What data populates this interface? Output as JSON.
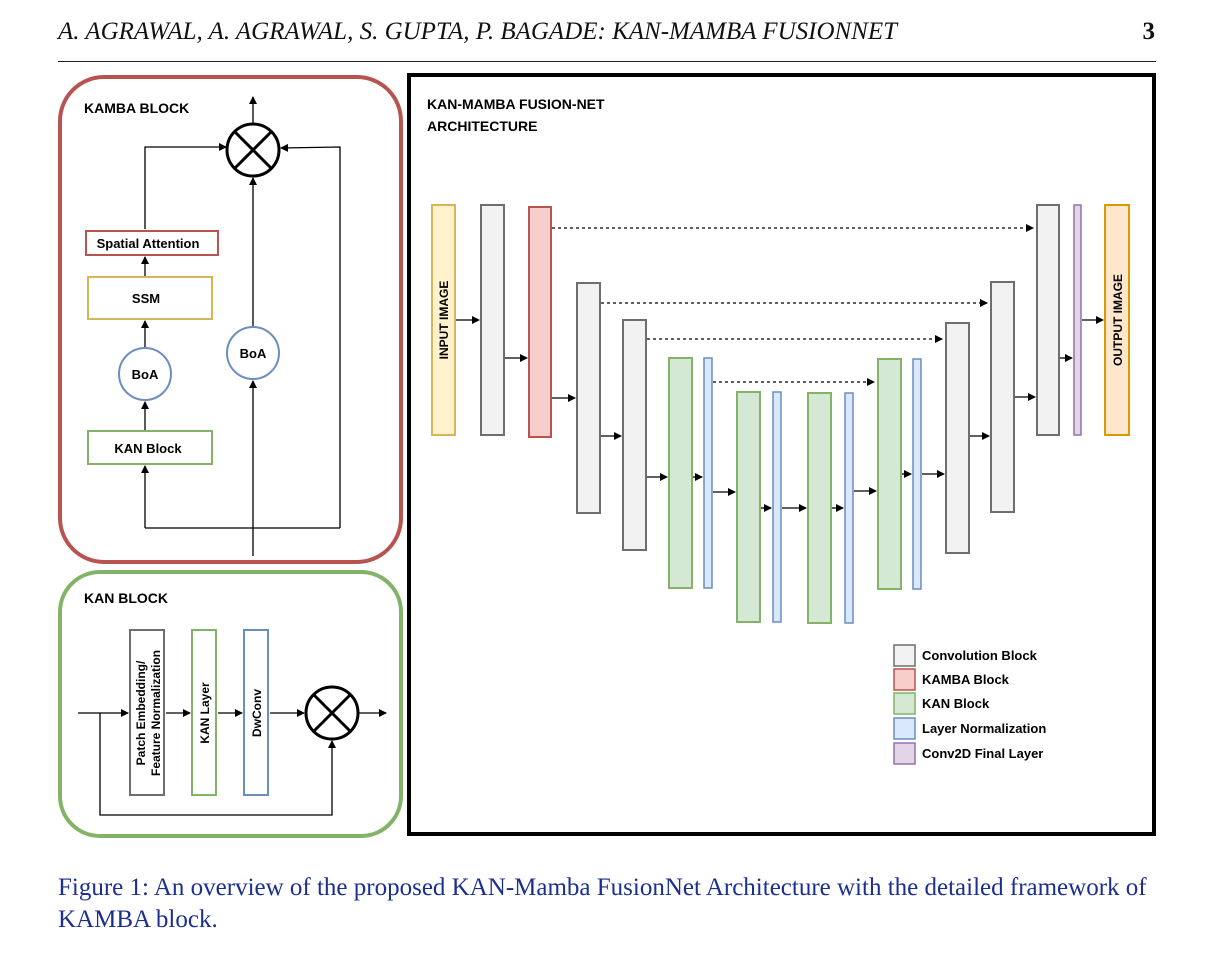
{
  "header": {
    "authors_title": "A. AGRAWAL, A. AGRAWAL, S. GUPTA, P. BAGADE: KAN-MAMBA FUSIONNET",
    "page_number": "3"
  },
  "kamba_panel": {
    "title": "KAMBA BLOCK",
    "spatial_attention": "Spatial Attention",
    "ssm": "SSM",
    "boa_left": "BoA",
    "boa_right": "BoA",
    "kan_block": "KAN Block"
  },
  "kan_panel": {
    "title": "KAN BLOCK",
    "patch_embedding_line1": "Patch Embedding/",
    "patch_embedding_line2": "Feature Normalization",
    "kan_layer": "KAN Layer",
    "dwconv": "DwConv"
  },
  "architecture": {
    "title_line1": "KAN-MAMBA FUSION-NET",
    "title_line2": "ARCHITECTURE",
    "input_label": "INPUT IMAGE",
    "output_label": "OUTPUT IMAGE",
    "legend": [
      {
        "label": "Convolution Block",
        "fill": "#f2f2f2",
        "stroke": "#6e6e6e"
      },
      {
        "label": "KAMBA Block",
        "fill": "#f8cecc",
        "stroke": "#b85450"
      },
      {
        "label": "KAN Block",
        "fill": "#d5e8d4",
        "stroke": "#82b366"
      },
      {
        "label": "Layer Normalization",
        "fill": "#dae8fc",
        "stroke": "#6c8ebf"
      },
      {
        "label": "Conv2D Final Layer",
        "fill": "#e1d5e7",
        "stroke": "#9673a6"
      }
    ]
  },
  "colors": {
    "kamba_border": "#b85450",
    "kan_border": "#82b366",
    "caption_text": "#1b2f8f"
  },
  "caption": "Figure 1: An overview of the proposed KAN-Mamba FusionNet Architecture with the detailed framework of KAMBA block."
}
